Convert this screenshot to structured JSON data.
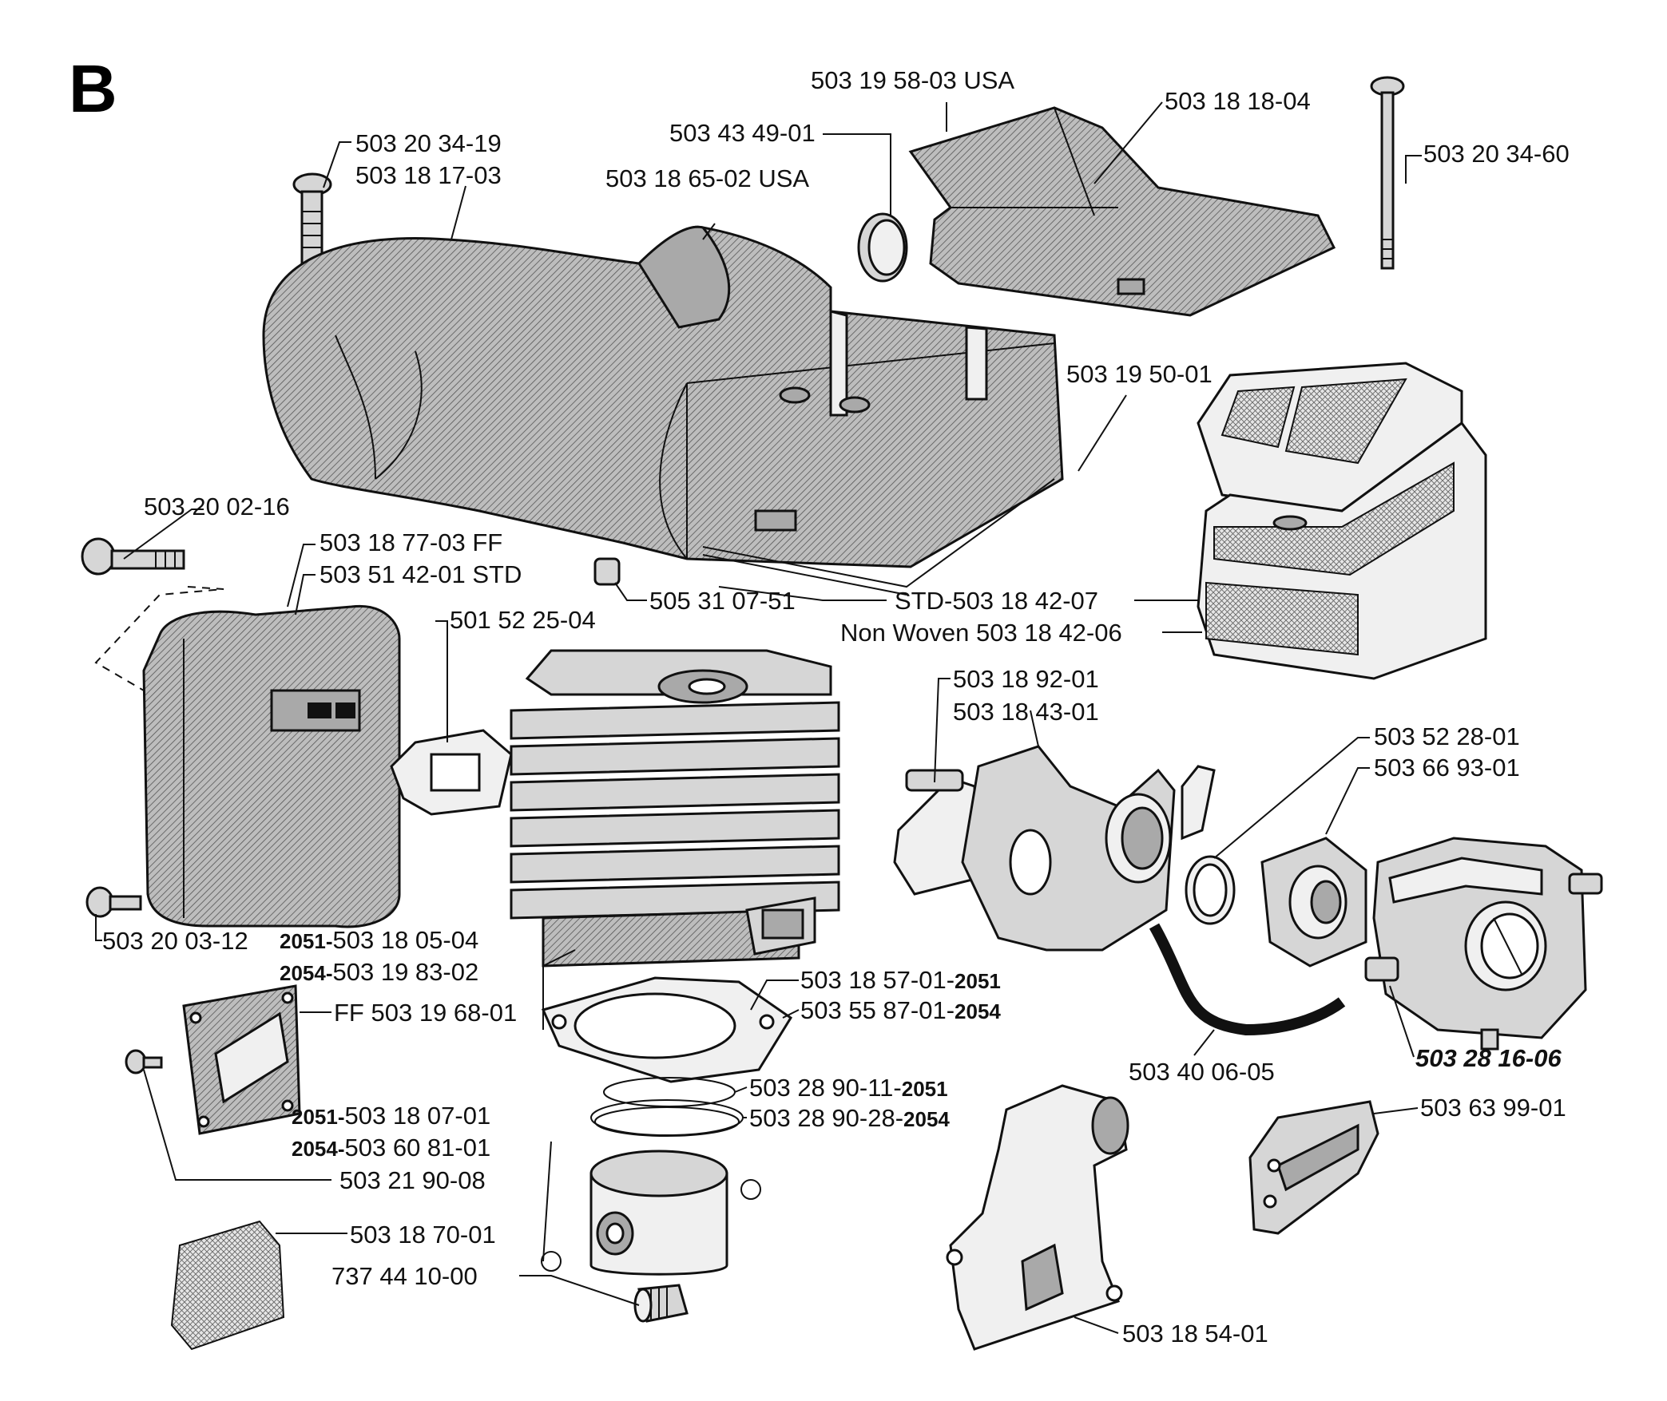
{
  "section_letter": "B",
  "labels": {
    "screw_top": "503 20 34-19",
    "cover_top": "503 18 17-03",
    "cover_usa": "503 18 65-02  USA",
    "plug": "503 43 49-01",
    "filter_cover_usa": "503 19 58-03 USA",
    "filter_cover": "503 18 18-04",
    "long_bolt": "503 20 34-60",
    "seal": "503 19 50-01",
    "screw_muffler": "503 20 02-16",
    "muffler_ff": "503 18 77-03 FF",
    "muffler_std": "503 51 42-01 STD",
    "spacer": "505 31 07-51",
    "filter_std": "STD-503 18 42-07",
    "filter_nonwoven": "Non Woven 503 18 42-06",
    "gasket_muffler": "501 52 25-04",
    "intake_a": "503 18 92-01",
    "intake_b": "503 18 43-01",
    "ring_a": "503 52 28-01",
    "ring_b": "503 66 93-01",
    "screw_bottom": "503 20 03-12",
    "cyl_2051_prefix": "2051-",
    "cyl_2051": "503 18 05-04",
    "cyl_2054_prefix": "2054-",
    "cyl_2054": "503 19 83-02",
    "gasket_cyl_2051": "503 18 57-01-",
    "gasket_cyl_2051_suffix": "2051",
    "gasket_cyl_2054": "503 55 87-01-",
    "gasket_cyl_2054_suffix": "2054",
    "hose": "503 40 06-05",
    "carburetor": "503 28 16-06",
    "plate_ff": "FF 503 19 68-01",
    "pring_2051": "503 28 90-11-",
    "pring_2051_suffix": "2051",
    "pring_2054": "503 28 90-28-",
    "pring_2054_suffix": "2054",
    "holder": "503 63 99-01",
    "piston_2051_prefix": "2051-",
    "piston_2051": "503 18 07-01",
    "piston_2054_prefix": "2054-",
    "piston_2054": "503 60 81-01",
    "small_screw": "503 21 90-08",
    "net": "503 18 70-01",
    "bearing": "737 44 10-00",
    "elbow": "503 18 54-01"
  }
}
